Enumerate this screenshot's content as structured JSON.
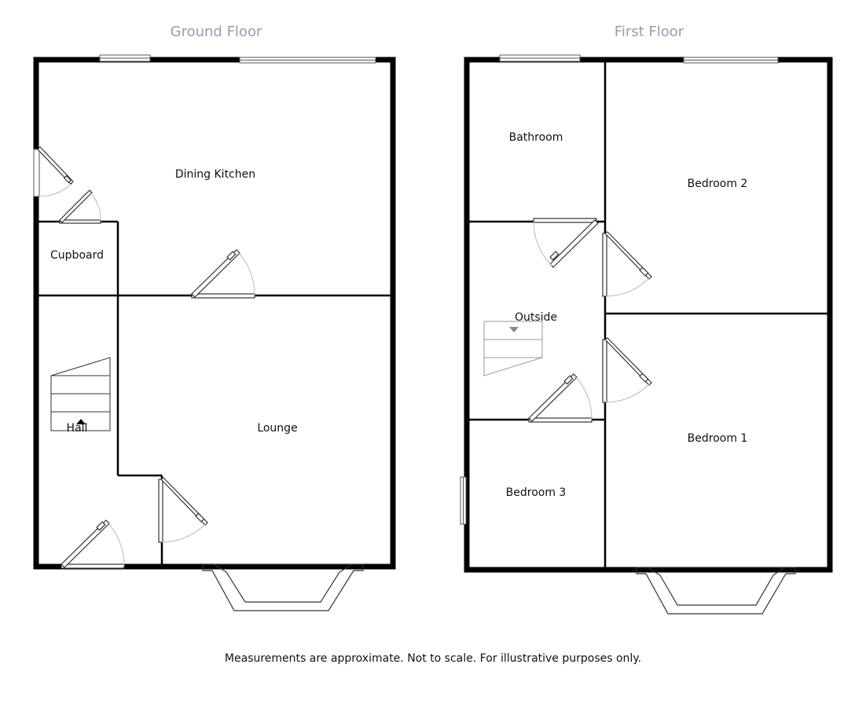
{
  "floors": {
    "ground": {
      "title": "Ground Floor",
      "rooms": {
        "dining_kitchen": "Dining Kitchen",
        "cupboard": "Cupboard",
        "hall": "Hall",
        "lounge": "Lounge"
      }
    },
    "first": {
      "title": "First Floor",
      "rooms": {
        "bathroom": "Bathroom",
        "bedroom_2": "Bedroom 2",
        "outside": "Outside",
        "bedroom_3": "Bedroom 3",
        "bedroom_1": "Bedroom 1"
      }
    }
  },
  "footer": {
    "disclaimer": "Measurements are approximate. Not to scale. For illustrative purposes only."
  }
}
